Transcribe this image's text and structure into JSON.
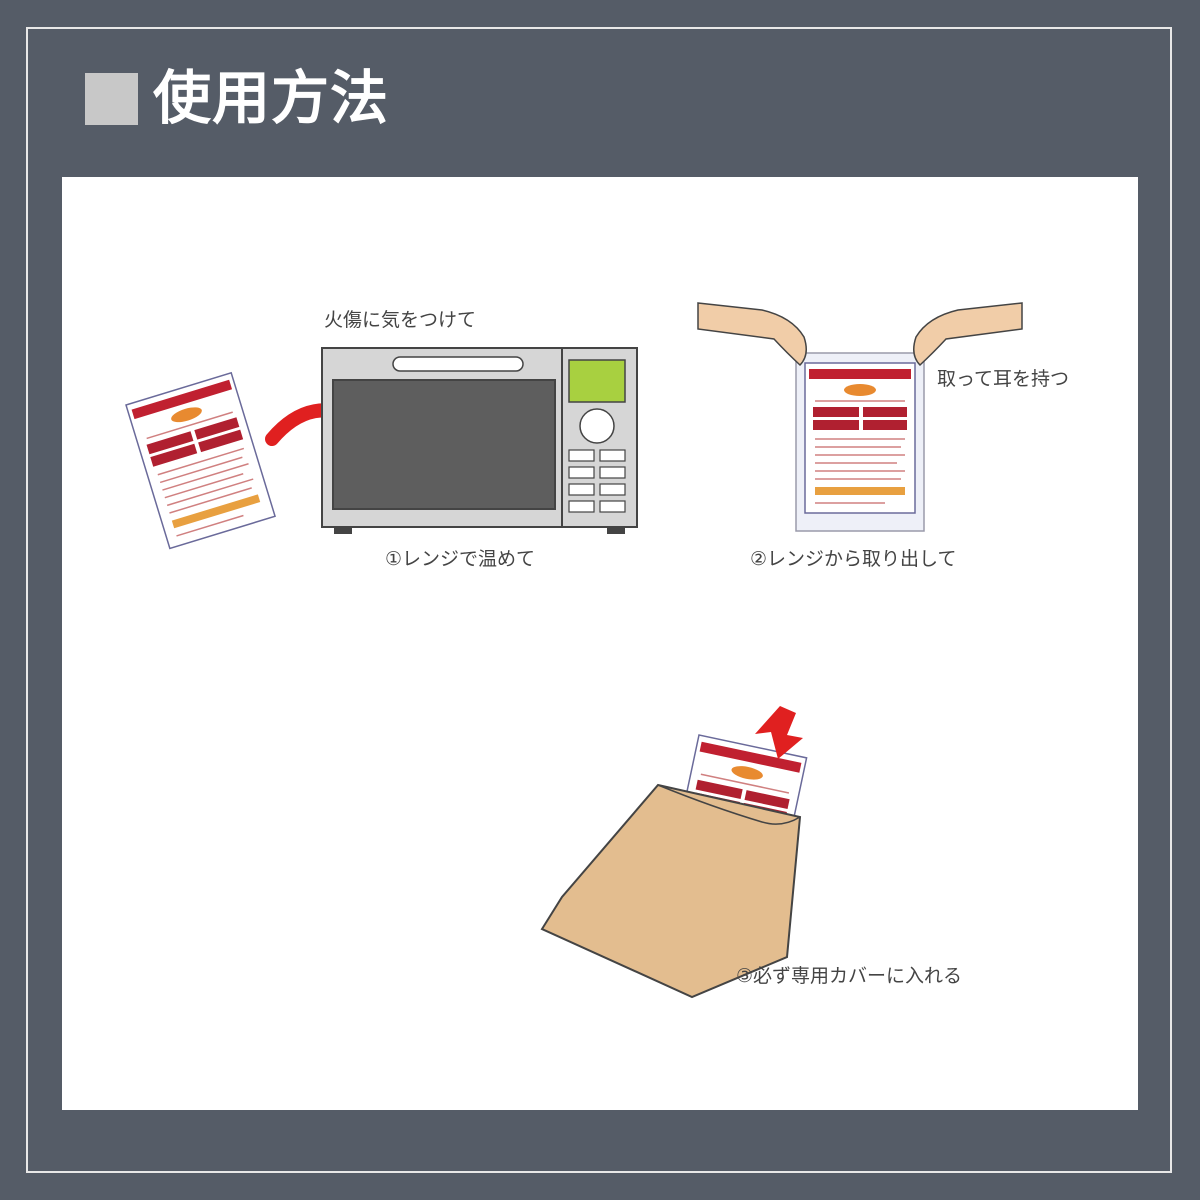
{
  "header": {
    "title": "使用方法"
  },
  "steps": {
    "caution": "火傷に気をつけて",
    "step1": "①レンジで温めて",
    "step2_note": "取って耳を持つ",
    "step2": "②レンジから取り出して",
    "step3": "③必ず専用カバーに入れる"
  },
  "colors": {
    "background": "#555c67",
    "panel": "#ffffff",
    "arrow": "#e02020",
    "cover": "#e3bd8f",
    "microwave_body": "#d4d4d4",
    "microwave_window": "#5e5e5e",
    "display": "#a8d040"
  }
}
